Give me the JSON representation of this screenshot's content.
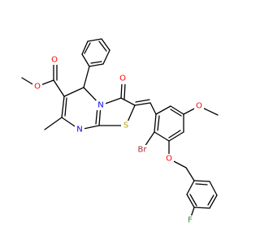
{
  "molecule": {
    "atoms": {
      "o_ester_carbonyl": {
        "label": "O",
        "color": "#ff0000"
      },
      "o_ester_methoxy": {
        "label": "O",
        "color": "#ff0000"
      },
      "o_ketone": {
        "label": "O",
        "color": "#ff0000"
      },
      "n_bridge": {
        "label": "N",
        "color": "#0000ff"
      },
      "n_ring": {
        "label": "N",
        "color": "#0000ff"
      },
      "s_thiazole": {
        "label": "S",
        "color": "#b8a000"
      },
      "o_methoxy_aryl": {
        "label": "O",
        "color": "#ff0000"
      },
      "br": {
        "label": "Br",
        "color": "#a52a2a"
      },
      "o_benzyloxy": {
        "label": "O",
        "color": "#ff0000"
      },
      "f": {
        "label": "F",
        "color": "#2f8f2f"
      }
    }
  }
}
